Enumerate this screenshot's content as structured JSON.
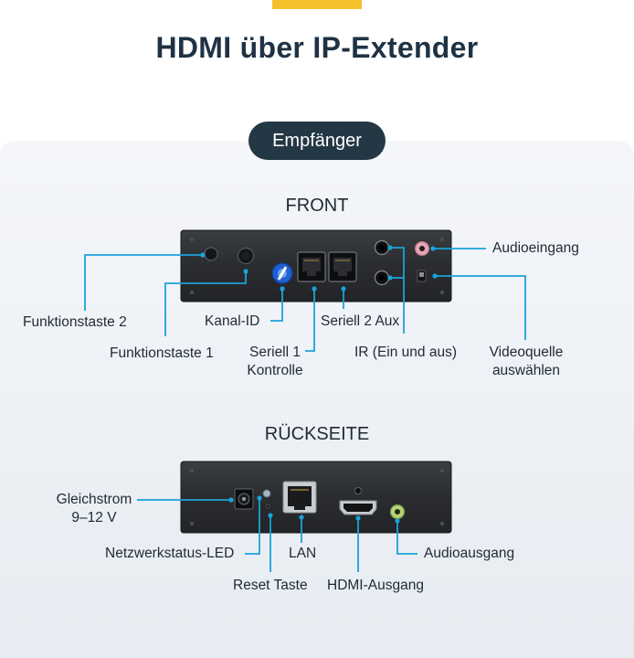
{
  "title": "HDMI über IP-Extender",
  "badge": "Empfänger",
  "front": {
    "heading": "FRONT",
    "labels": {
      "audioeingang": "Audioeingang",
      "funktionstaste2": "Funktionstaste 2",
      "kanal_id": "Kanal-ID",
      "seriell2": "Seriell 2 Aux",
      "funktionstaste1": "Funktionstaste 1",
      "seriell1_l1": "Seriell 1",
      "seriell1_l2": "Kontrolle",
      "ir": "IR (Ein und aus)",
      "videoquelle_l1": "Videoquelle",
      "videoquelle_l2": "auswählen"
    }
  },
  "back": {
    "heading": "RÜCKSEITE",
    "labels": {
      "gleichstrom_l1": "Gleichstrom",
      "gleichstrom_l2": "9–12 V",
      "netzwerk": "Netzwerkstatus-LED",
      "lan": "LAN",
      "audioausgang": "Audioausgang",
      "reset": "Reset Taste",
      "hdmi": "HDMI-Ausgang"
    }
  },
  "colors": {
    "accent": "#f6c02c",
    "callout": "#1aa3d9",
    "badge_bg": "#243745",
    "title": "#1f3244",
    "device": "#2c2e31"
  }
}
